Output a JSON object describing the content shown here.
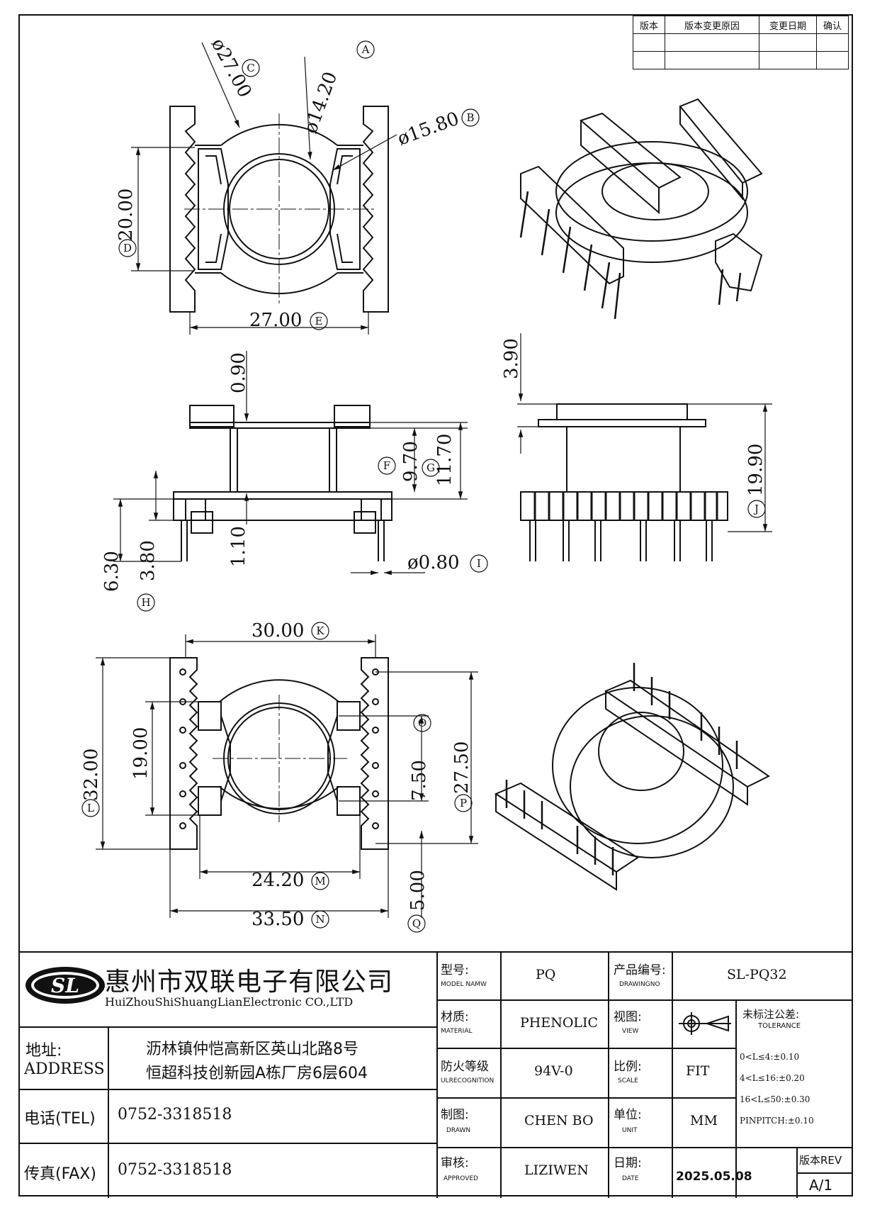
{
  "revision_table": {
    "headers": [
      "版本",
      "版本变更原因",
      "变更日期",
      "确认"
    ],
    "rows": [
      [
        "",
        "",
        "",
        ""
      ],
      [
        "",
        "",
        "",
        ""
      ]
    ]
  },
  "drawing": {
    "top_view": {
      "dims": [
        "ø27.00",
        "ø14.20",
        "ø15.80",
        "20.00",
        "27.00"
      ],
      "tags": [
        "C",
        "A",
        "B",
        "D",
        "E"
      ]
    },
    "side_view": {
      "dims": [
        "0.90",
        "9.70",
        "11.70",
        "6.30",
        "3.80",
        "1.10",
        "ø0.80"
      ],
      "tags": [
        "F",
        "G",
        "H",
        "I"
      ]
    },
    "front_view": {
      "dims": [
        "3.90",
        "19.90"
      ],
      "tags": [
        "J"
      ]
    },
    "bottom_view": {
      "dims": [
        "30.00",
        "32.00",
        "19.00",
        "7.50",
        "27.50",
        "24.20",
        "33.50",
        "5.00"
      ],
      "tags": [
        "K",
        "L",
        "O",
        "P",
        "M",
        "N",
        "Q"
      ]
    }
  },
  "company": {
    "logo_letters": "SL",
    "name_cn": "惠州市双联电子有限公司",
    "name_en": "HuiZhouShiShuangLianElectronic CO.,LTD"
  },
  "address": {
    "label_cn": "地址:",
    "label_en": "ADDRESS",
    "line1": "沥林镇仲恺高新区英山北路8号",
    "line2": "恒超科技创新园A栋厂房6层604"
  },
  "tel": {
    "label": "电话(TEL)",
    "value": "0752-3318518"
  },
  "fax": {
    "label": "传真(FAX)",
    "value": "0752-3318518"
  },
  "title_block": {
    "model": {
      "label": "型号:",
      "sub": "MODEL NAMW",
      "value": "PQ"
    },
    "drawing_no": {
      "label": "产品编号:",
      "sub": "DRAWINGNO",
      "value": "SL-PQ32"
    },
    "material": {
      "label": "材质:",
      "sub": "MATERIAL",
      "value": "PHENOLIC"
    },
    "view": {
      "label": "视图:",
      "sub": "VIEW"
    },
    "fire": {
      "label": "防火等级",
      "sub": "ULRECOGNITION",
      "value": "94V-0"
    },
    "scale": {
      "label": "比例:",
      "sub": "SCALE",
      "value": "FIT"
    },
    "drawn": {
      "label": "制图:",
      "sub": "DRAWN",
      "value": "CHEN BO"
    },
    "unit": {
      "label": "单位:",
      "sub": "UNIT",
      "value": "MM"
    },
    "approved": {
      "label": "审核:",
      "sub": "APPROVED",
      "value": "LIZIWEN"
    },
    "date": {
      "label": "日期:",
      "sub": "DATE",
      "value": "2025.05.08"
    },
    "tolerance": {
      "label": "未标注公差:",
      "sub": "TOLERANCE",
      "lines": [
        "0<L≤4:±0.10",
        "4<L≤16:±0.20",
        "16<L≤50:±0.30",
        "PINPITCH:±0.10"
      ]
    },
    "revision": {
      "label": "版本REV",
      "value": "A/1"
    }
  }
}
